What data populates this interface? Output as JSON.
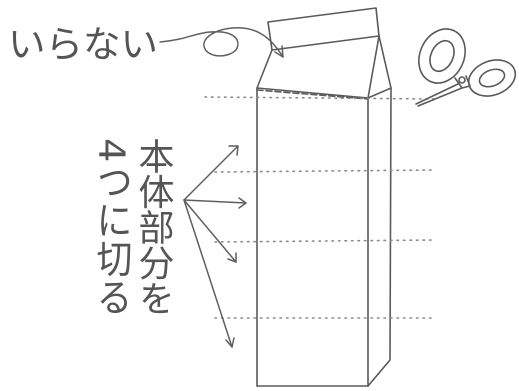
{
  "labels": {
    "discard": "いらない",
    "instruction_col1": "本体部分を",
    "instruction_col2": "4つに切る"
  },
  "icons": {
    "scissors": "scissors-icon"
  }
}
